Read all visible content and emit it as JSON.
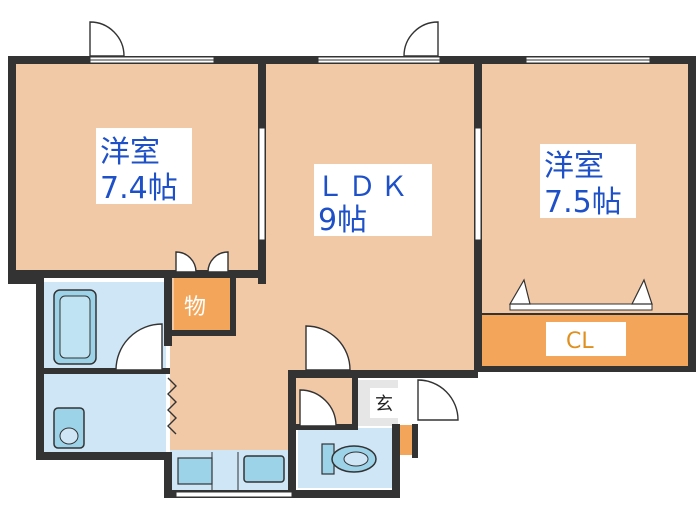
{
  "rooms": {
    "western_left": {
      "name": "洋室",
      "size": "7.4帖"
    },
    "ldk": {
      "name": "ＬＤＫ",
      "size": "9帖"
    },
    "western_right": {
      "name": "洋室",
      "size": "7.5帖"
    }
  },
  "storage": {
    "label": "物"
  },
  "closet": {
    "label": "CL"
  },
  "entrance": {
    "label": "玄"
  },
  "colors": {
    "room_floor": "#f2c9a6",
    "wet_area": "#cfe6f6",
    "fixture": "#9dd3e8",
    "storage_fill": "#f3a65a",
    "closet_fill": "#f3a65a",
    "entrance_floor": "#e6e6e6",
    "wall": "#333333",
    "label_text": "#1e50c8"
  }
}
